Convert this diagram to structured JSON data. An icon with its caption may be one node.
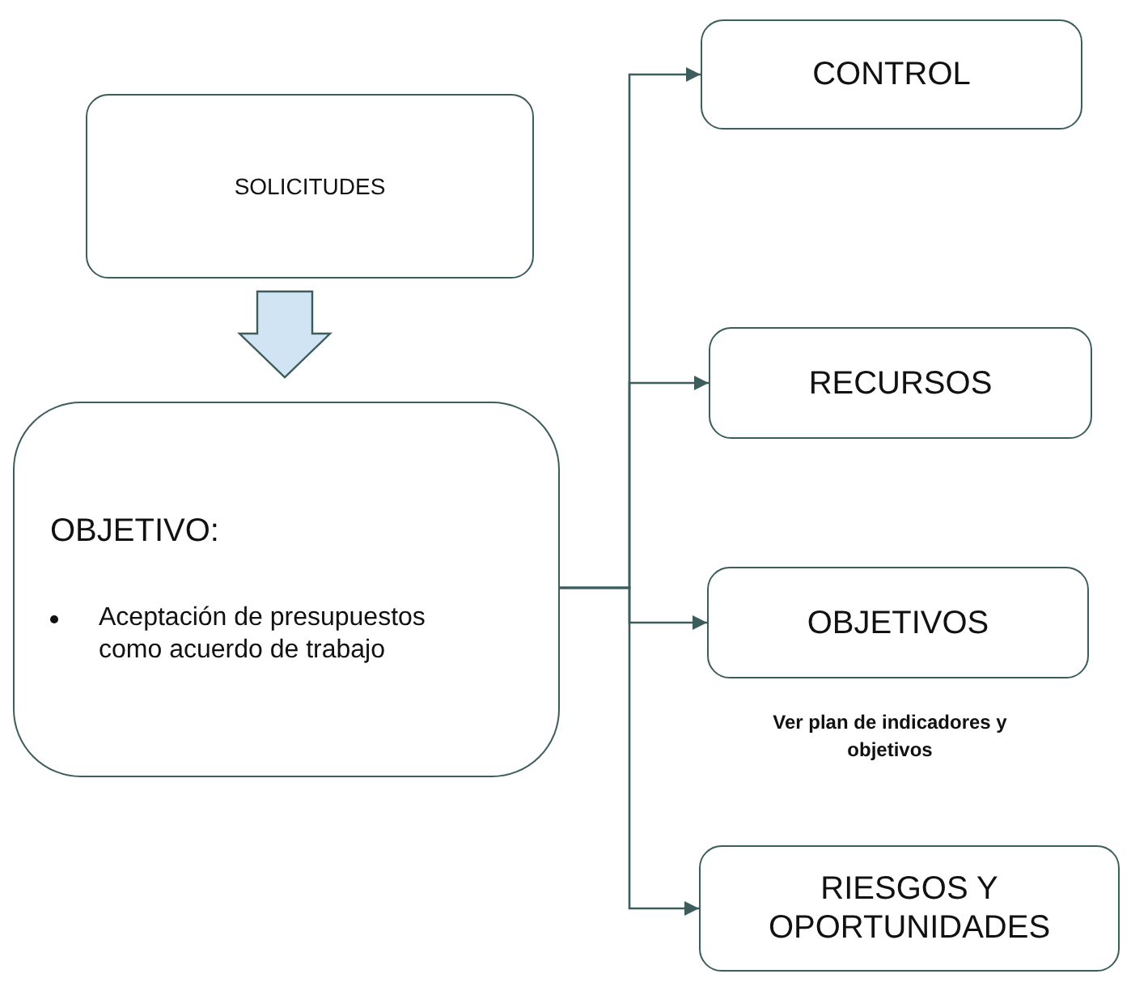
{
  "diagram": {
    "nodes": [
      {
        "text": [
          "SOLICITUDES"
        ]
      },
      {
        "text": [
          "OBJETIVO:",
          "Aceptación de presupuestos como acuerdo de trabajo"
        ]
      },
      {
        "text": [
          "CONTROL"
        ]
      },
      {
        "text": [
          "RECURSOS"
        ]
      },
      {
        "text": [
          "OBJETIVOS"
        ],
        "beside": [
          "Ver plan de indicadores y objetivos"
        ]
      },
      {
        "text": [
          "RIESGOS Y OPORTUNIDADES"
        ]
      }
    ],
    "edges": [
      {
        "from": 0,
        "to": 1,
        "arrow": "to",
        "style": "thick",
        "color": "#d0e4f4"
      },
      {
        "from": 1,
        "to": 2,
        "arrow": "to"
      },
      {
        "from": 1,
        "to": 3,
        "arrow": "to"
      },
      {
        "from": 1,
        "to": 4,
        "arrow": "to"
      },
      {
        "from": 1,
        "to": 5,
        "arrow": "to"
      }
    ]
  }
}
